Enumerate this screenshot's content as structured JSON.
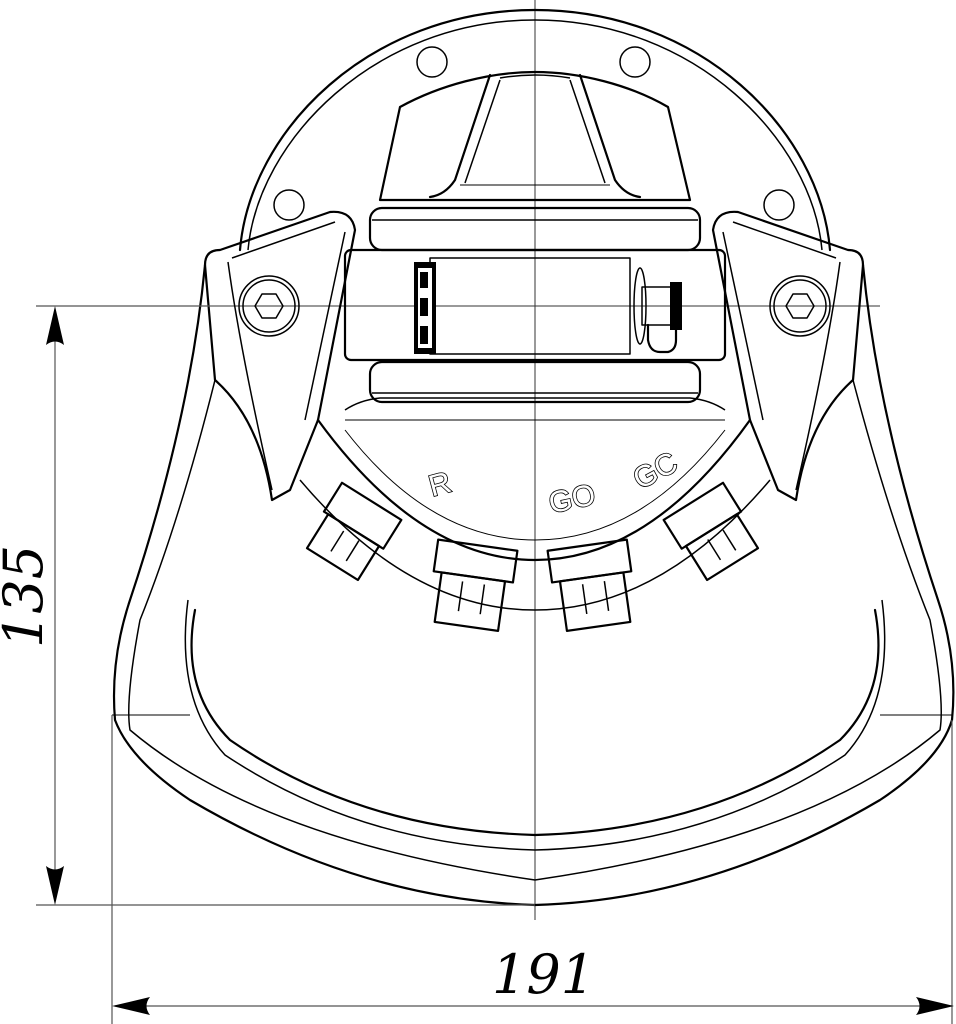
{
  "drawing": {
    "type": "technical-drawing",
    "view": "front",
    "line_color": "#000000",
    "background": "#ffffff"
  },
  "dimensions": {
    "height": {
      "value": "135",
      "orientation": "vertical"
    },
    "width": {
      "value": "191",
      "orientation": "horizontal"
    }
  },
  "connector_labels": [
    {
      "id": "R",
      "text": "R"
    },
    {
      "id": "GO",
      "text": "GO"
    },
    {
      "id": "GC",
      "text": "GC"
    }
  ],
  "features": {
    "mounting_holes": 4,
    "hex_bolts": 2,
    "connectors": 4
  }
}
